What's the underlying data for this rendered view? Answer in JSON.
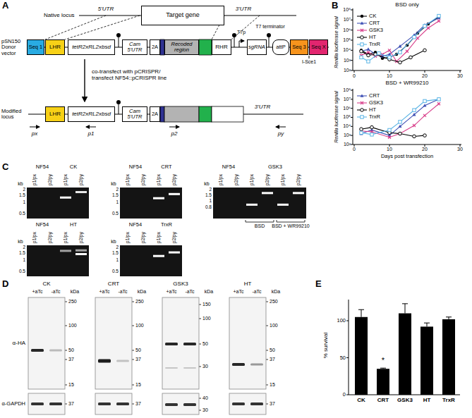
{
  "diagram": {
    "nodes": [
      {
        "text": [
          "Target gene"
        ]
      },
      {
        "text": [
          "Seq 1"
        ]
      },
      {
        "text": [
          "LHR"
        ]
      },
      {
        "text": [
          "tetR2xRL2xbsd"
        ]
      },
      {
        "text": [
          "Cam 5'UTR"
        ]
      },
      {
        "text": [
          "2A"
        ]
      },
      {
        "text": [
          "Recoded region"
        ]
      },
      {
        "text": [
          "RHR"
        ]
      },
      {
        "text": [
          "sgRNA"
        ]
      },
      {
        "text": [
          "attP"
        ]
      },
      {
        "text": [
          "Seq 3"
        ]
      },
      {
        "text": [
          "Seq X"
        ]
      },
      {
        "text": [
          "LHR"
        ]
      },
      {
        "text": [
          "tetR2xRL2xbsd"
        ]
      },
      {
        "text": [
          "Cam 5'UTR"
        ]
      },
      {
        "text": [
          "2A"
        ]
      }
    ],
    "labels": [
      "A",
      "Native locus",
      "5'UTR",
      "3'UTR",
      "pSN150 Donor vector",
      "T7p",
      "T7 terminator",
      "I-Sce1",
      "co-transfect with pCRISPR/ transfect NF54::pCRISPR line",
      "Modified locus",
      "3'UTR",
      "px",
      "p1",
      "p2",
      "py",
      "B",
      "BSD only",
      "10⁸",
      "10⁷",
      "10⁶",
      "10⁵",
      "10⁴",
      "10³",
      "10²",
      "0",
      "10",
      "20",
      "30",
      "Renilla luciferase signal",
      "BSD + WR99210",
      "10⁸",
      "10⁷",
      "10⁶",
      "10⁵",
      "10⁴",
      "10³",
      "10²",
      "0",
      "10",
      "20",
      "30",
      "Renilla luciferase signal",
      "Days post transfection",
      "C",
      "NF54",
      "CK",
      "p1/px",
      "p2/py",
      "p1/px",
      "p2/py",
      "kb",
      "2",
      "1.5",
      "1",
      "0.5",
      "NF54",
      "CRT",
      "p1/px",
      "p2/py",
      "p1/px",
      "p2/py",
      "kb",
      "2",
      "1.5",
      "1",
      "0.5",
      "NF54",
      "GSK3",
      "p1/px",
      "p2/py",
      "p1/px",
      "p2/py",
      "p1/px",
      "p2/py",
      "kb",
      "2",
      "1.5",
      "1",
      "0.8",
      "BSD",
      "BSD + WR99210",
      "NF54",
      "HT",
      "p1/px",
      "p2/py",
      "p1/px",
      "p2/py",
      "kb",
      "2",
      "1.5",
      "1",
      "0.5",
      "NF54",
      "TrxR",
      "p1/px",
      "p2/py",
      "p1/px",
      "p2/py",
      "kb",
      "2",
      "1.5",
      "1",
      "0.5",
      "D",
      "α-HA",
      "α-GAPDH",
      "CK",
      "+aTc",
      "-aTc",
      "kDa",
      "250",
      "100",
      "50",
      "37",
      "15",
      "37",
      "CRT",
      "+aTc",
      "-aTc",
      "kDa",
      "250",
      "100",
      "50",
      "37",
      "15",
      "37",
      "GSK3",
      "+aTc",
      "-aTc",
      "kDa",
      "150",
      "100",
      "50",
      "30",
      "40",
      "30",
      "HT",
      "+aTc",
      "-aTc",
      "kDa",
      "250",
      "100",
      "50",
      "37",
      "15",
      "37",
      "E",
      "% survival",
      "100",
      "50",
      "0",
      "CK",
      "CRT",
      "GSK3",
      "HT",
      "TrxR",
      "*"
    ],
    "legend": [
      {
        "text": "CK"
      },
      {
        "text": "CRT"
      },
      {
        "text": "GSK3"
      },
      {
        "text": "HT"
      },
      {
        "text": "TrxR"
      },
      {
        "text": "CRT"
      },
      {
        "text": "GSK3"
      },
      {
        "text": "HT"
      },
      {
        "text": "TrxR"
      }
    ]
  }
}
